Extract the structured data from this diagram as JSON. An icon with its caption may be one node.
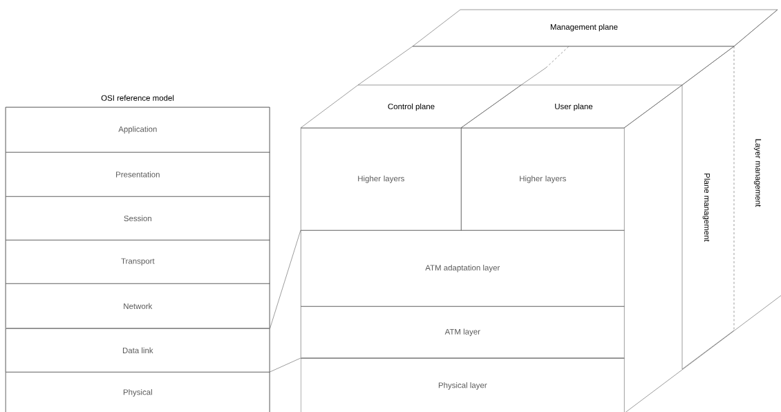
{
  "diagram": {
    "nodes": [
      {
        "text": [
          "OSI reference model"
        ]
      },
      {
        "text": [
          "Application"
        ],
        "in": 0
      },
      {
        "text": [
          "Presentation"
        ],
        "in": 0
      },
      {
        "text": [
          "Session"
        ],
        "in": 0
      },
      {
        "text": [
          "Transport"
        ],
        "in": 0
      },
      {
        "text": [
          "Network"
        ],
        "in": 0
      },
      {
        "text": [
          "Data link"
        ],
        "in": 0
      },
      {
        "text": [
          "Physical"
        ],
        "in": 0
      },
      {
        "text": [
          "Management plane"
        ]
      },
      {
        "text": [
          "Control plane"
        ]
      },
      {
        "text": [
          "User plane"
        ]
      },
      {
        "text": [
          "Higher layers"
        ]
      },
      {
        "text": [
          "Higher layers"
        ]
      },
      {
        "text": [
          "ATM adaptation layer"
        ]
      },
      {
        "text": [
          "ATM layer"
        ]
      },
      {
        "text": [
          "Physical layer"
        ]
      },
      {
        "text": [
          "Plane management"
        ]
      },
      {
        "text": [
          "Layer management"
        ]
      }
    ],
    "edges": [
      {
        "from": 6,
        "to": 13,
        "arrow": "none"
      },
      {
        "from": 7,
        "to": 15,
        "arrow": "none"
      }
    ]
  }
}
